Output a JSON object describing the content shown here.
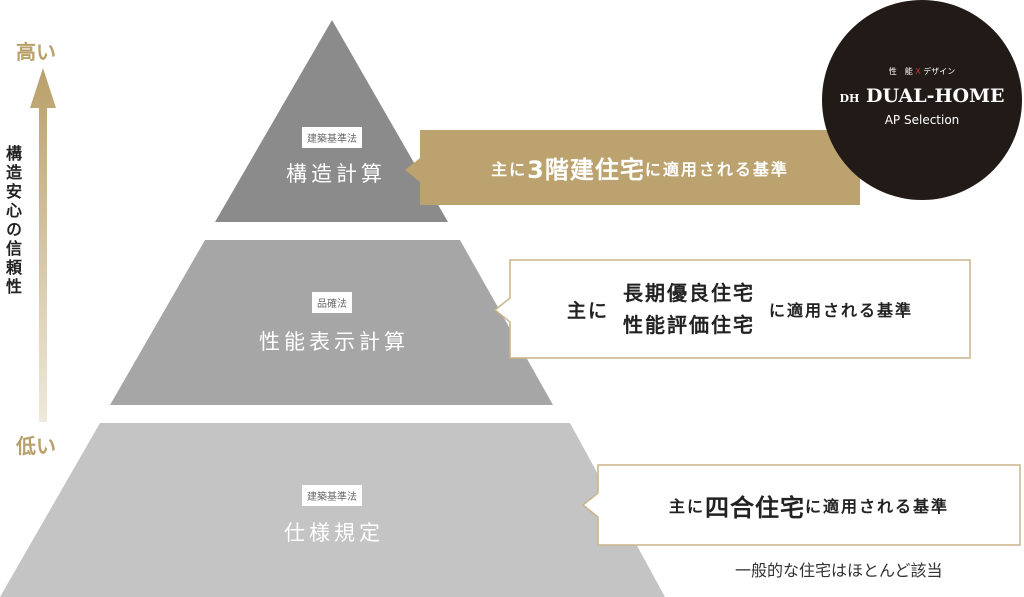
{
  "axis": {
    "high": "高い",
    "low": "低い",
    "label": "構造安心の信頼性"
  },
  "tiers": [
    {
      "law": "建築基準法",
      "name": "構造計算",
      "callout": {
        "prefix": "主に",
        "highlight": "3階建住宅",
        "suffix": "に適用される基準"
      }
    },
    {
      "law": "品確法",
      "name": "性能表示計算",
      "callout": {
        "prefix": "主に",
        "highlight_lines": [
          "長期優良住宅",
          "性能評価住宅"
        ],
        "suffix": "に適用される基準"
      }
    },
    {
      "law": "建築基準法",
      "name": "仕様規定",
      "callout": {
        "prefix": "主に",
        "highlight": "四合住宅",
        "suffix": "に適用される基準"
      }
    }
  ],
  "note": "一般的な住宅はほとんど該当",
  "logo": {
    "tagline_left": "性　能",
    "tagline_right": "デザイン",
    "mark": "DH",
    "brand": "DUAL-HOME",
    "sub": "AP Selection"
  },
  "colors": {
    "gold": "#bba26e",
    "tier1": "#8b8b8b",
    "tier2": "#a6a6a6",
    "tier3": "#c4c4c4",
    "logo_bg": "#221a17"
  }
}
